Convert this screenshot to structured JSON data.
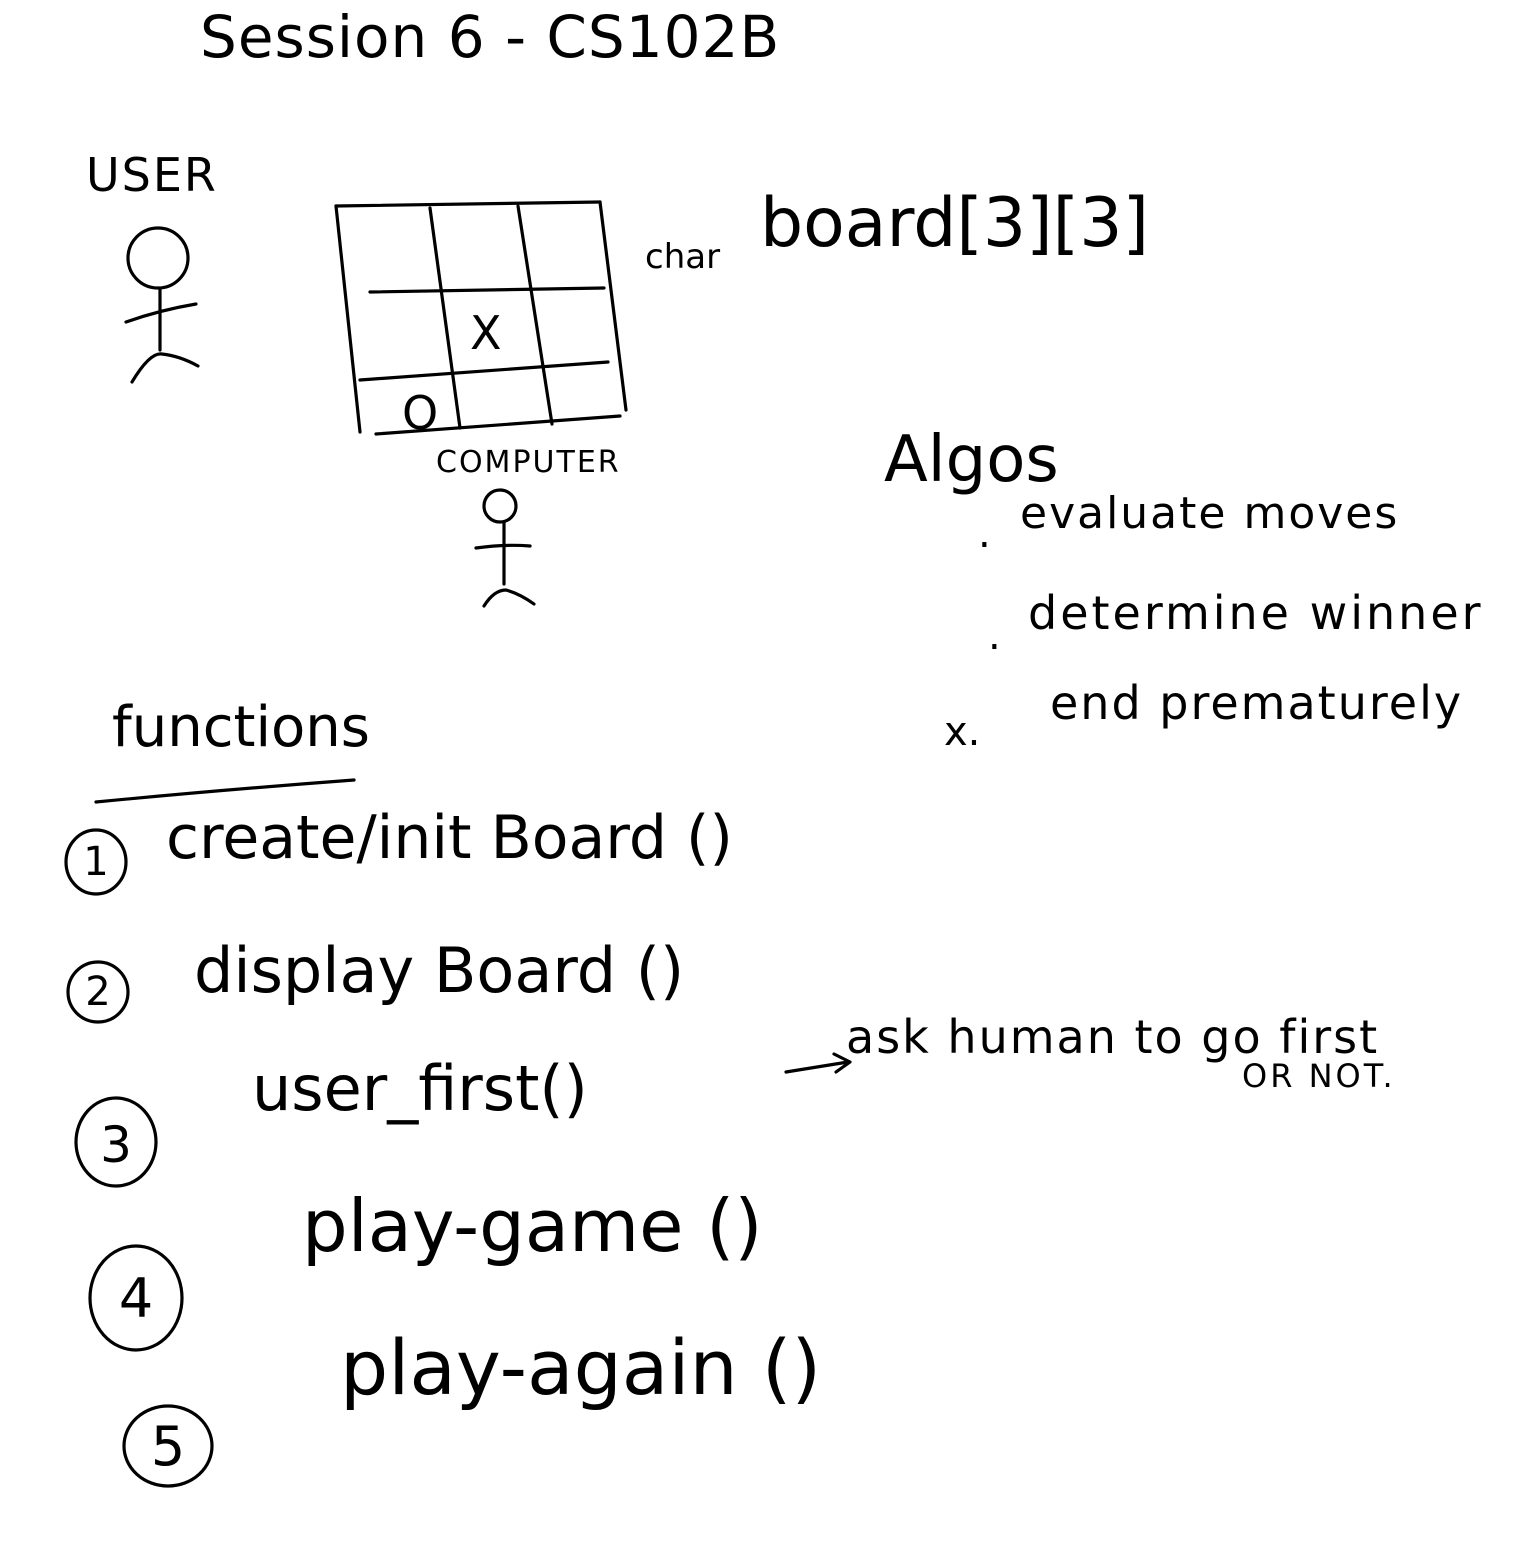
{
  "title": "Session 6 - CS102B",
  "user_label": "USER",
  "computer_label": "COMPUTER",
  "board": {
    "type_label": "char",
    "declaration": "board[3][3]",
    "cells": [
      "",
      "",
      "",
      "",
      "X",
      "",
      "O",
      "",
      ""
    ]
  },
  "algos": {
    "heading": "Algos",
    "items": [
      {
        "bullet": ".",
        "text": "evaluate moves"
      },
      {
        "bullet": ".",
        "text": "determine winner"
      },
      {
        "bullet": "x.",
        "text": "end prematurely"
      }
    ]
  },
  "functions": {
    "heading": "functions",
    "items": [
      {
        "number": "1",
        "text": "create/init Board ()"
      },
      {
        "number": "2",
        "text": "display Board ()"
      },
      {
        "number": "3",
        "text": "user_first()",
        "note": "ask human to go first",
        "note2": "OR NOT."
      },
      {
        "number": "4",
        "text": "play-game ()"
      },
      {
        "number": "5",
        "text": "play-again ()"
      }
    ]
  }
}
